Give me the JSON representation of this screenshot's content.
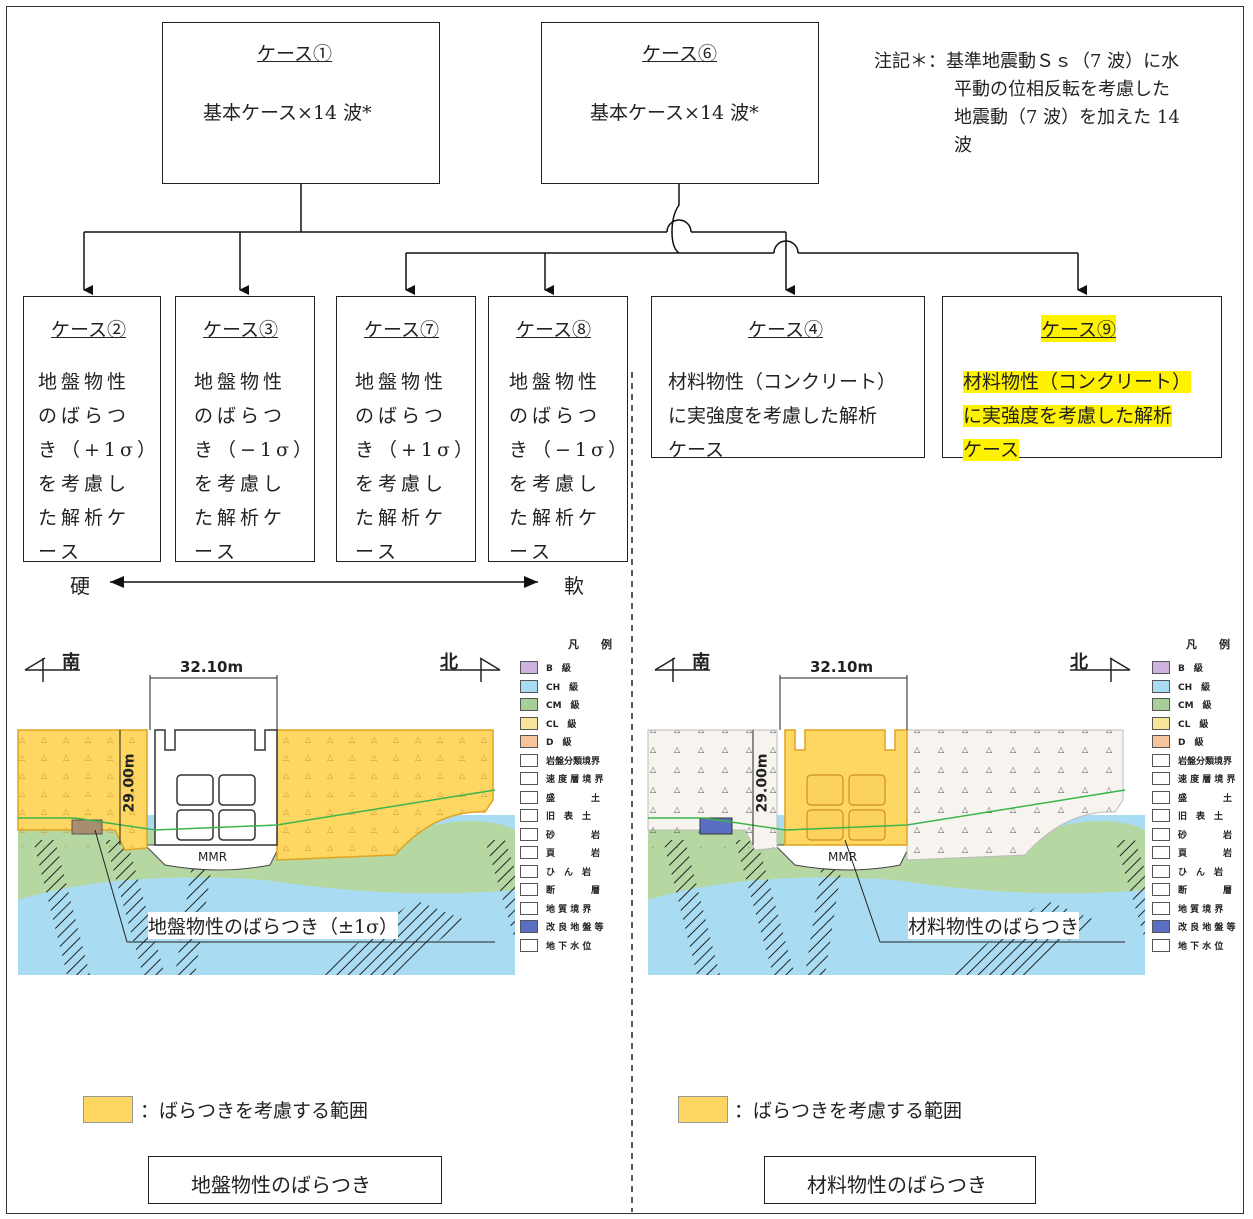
{
  "top_cases": {
    "case1": {
      "title": "ケース①",
      "body": "基本ケース×14 波*"
    },
    "case6": {
      "title": "ケース⑥",
      "body": "基本ケース×14 波*"
    }
  },
  "note": {
    "line1": "注記＊：基準地震動Ｓｓ（7 波）に水",
    "line2": "平動の位相反転を考慮した",
    "line3": "地震動（7 波）を加えた 14",
    "line4": "波"
  },
  "sub_cases": {
    "case2": {
      "title": "ケース②",
      "lines": [
        "地盤物性",
        "のばらつ",
        "き（+1σ）",
        "を考慮し",
        "た解析ケ",
        "ース"
      ]
    },
    "case3": {
      "title": "ケース③",
      "lines": [
        "地盤物性",
        "のばらつ",
        "き（−1σ）",
        "を考慮し",
        "た解析ケ",
        "ース"
      ]
    },
    "case7": {
      "title": "ケース⑦",
      "lines": [
        "地盤物性",
        "のばらつ",
        "き（+1σ）",
        "を考慮し",
        "た解析ケ",
        "ース"
      ]
    },
    "case8": {
      "title": "ケース⑧",
      "lines": [
        "地盤物性",
        "のばらつ",
        "き（−1σ）",
        "を考慮し",
        "た解析ケ",
        "ース"
      ]
    },
    "case4": {
      "title": "ケース④",
      "lines": [
        "材料物性（コンクリート）",
        "に実強度を考慮した解析",
        "ケース"
      ]
    },
    "case9": {
      "title": "ケース⑨",
      "lines": [
        "材料物性（コンクリート）",
        "に実強度を考慮した解析",
        "ケース"
      ]
    }
  },
  "hard_label": "硬",
  "soft_label": "軟",
  "section": {
    "south": "南",
    "north": "北",
    "width_dim": "32.10m",
    "height_dim": "29.00m",
    "mmr": "MMR"
  },
  "legend": {
    "title1": "凡",
    "title2": "例",
    "items": [
      {
        "code": "B",
        "label": "級",
        "color": "#cdb4e0"
      },
      {
        "code": "CH",
        "label": "級",
        "color": "#a9dcf2"
      },
      {
        "code": "CM",
        "label": "級",
        "color": "#a8cf98"
      },
      {
        "code": "CL",
        "label": "級",
        "color": "#f7e59a"
      },
      {
        "code": "D",
        "label": "級",
        "color": "#f4c59a"
      },
      {
        "code": "",
        "label": "岩盤分類境界",
        "color": "#ffffff"
      },
      {
        "code": "",
        "label": "速 度 層 境 界",
        "color": "#ffffff"
      },
      {
        "code": "",
        "label": "盛　　　　土",
        "color": "#ffffff"
      },
      {
        "code": "",
        "label": "旧　表　土",
        "color": "#ffffff"
      },
      {
        "code": "",
        "label": "砂　　　　岩",
        "color": "#ffffff"
      },
      {
        "code": "",
        "label": "頁　　　　岩",
        "color": "#ffffff"
      },
      {
        "code": "",
        "label": "ひ　ん　岩",
        "color": "#ffffff"
      },
      {
        "code": "",
        "label": "断　　　　層",
        "color": "#ffffff"
      },
      {
        "code": "",
        "label": "地 質 境 界",
        "color": "#ffffff"
      },
      {
        "code": "",
        "label": "改 良 地 盤 等",
        "color": "#5a6fc4"
      },
      {
        "code": "",
        "label": "地 下 水 位",
        "color": "#ffffff"
      }
    ]
  },
  "left_panel": {
    "callout": "地盤物性のばらつき（±1σ）",
    "swatch_label": "：ばらつきを考慮する範囲",
    "footer": "地盤物性のばらつき"
  },
  "right_panel": {
    "callout": "材料物性のばらつき",
    "swatch_label": "：ばらつきを考慮する範囲",
    "footer": "材料物性のばらつき"
  },
  "colors": {
    "highlight": "#fff200",
    "variation": "#fdd762",
    "rock_blue": "#a9dcf2",
    "rock_green": "#b5d8a3",
    "water_line": "#3cb44b"
  }
}
